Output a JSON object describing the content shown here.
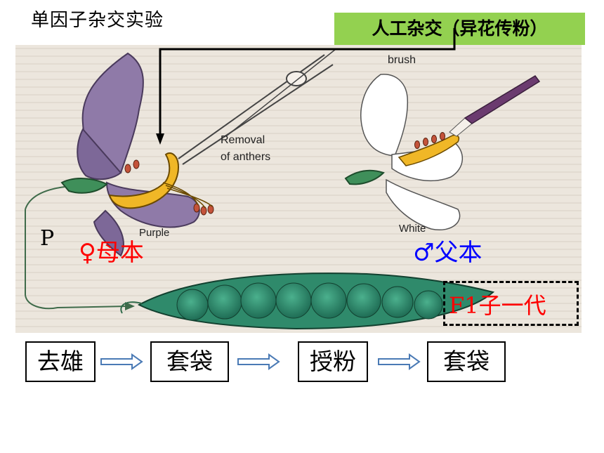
{
  "title": "单因子杂交实验",
  "hybrid_label": "人工杂交（异花传粉）",
  "figure": {
    "labels": {
      "brush": "brush",
      "removal": "Removal",
      "of_anthers": "of anthers",
      "purple": "Purple",
      "white": "White"
    }
  },
  "p_label": "P",
  "mother_label": "♀母本",
  "father_label": "♂父本",
  "f1_label": "F1子一代",
  "steps": [
    "去雄",
    "套袋",
    "授粉",
    "套袋"
  ],
  "colors": {
    "hybrid_bg": "#93d150",
    "mother": "#ff0000",
    "father": "#0000ff",
    "flower_purple": "#8f7aa8",
    "petal_yellow": "#f0b727",
    "pod_green": "#2f8a6b"
  }
}
